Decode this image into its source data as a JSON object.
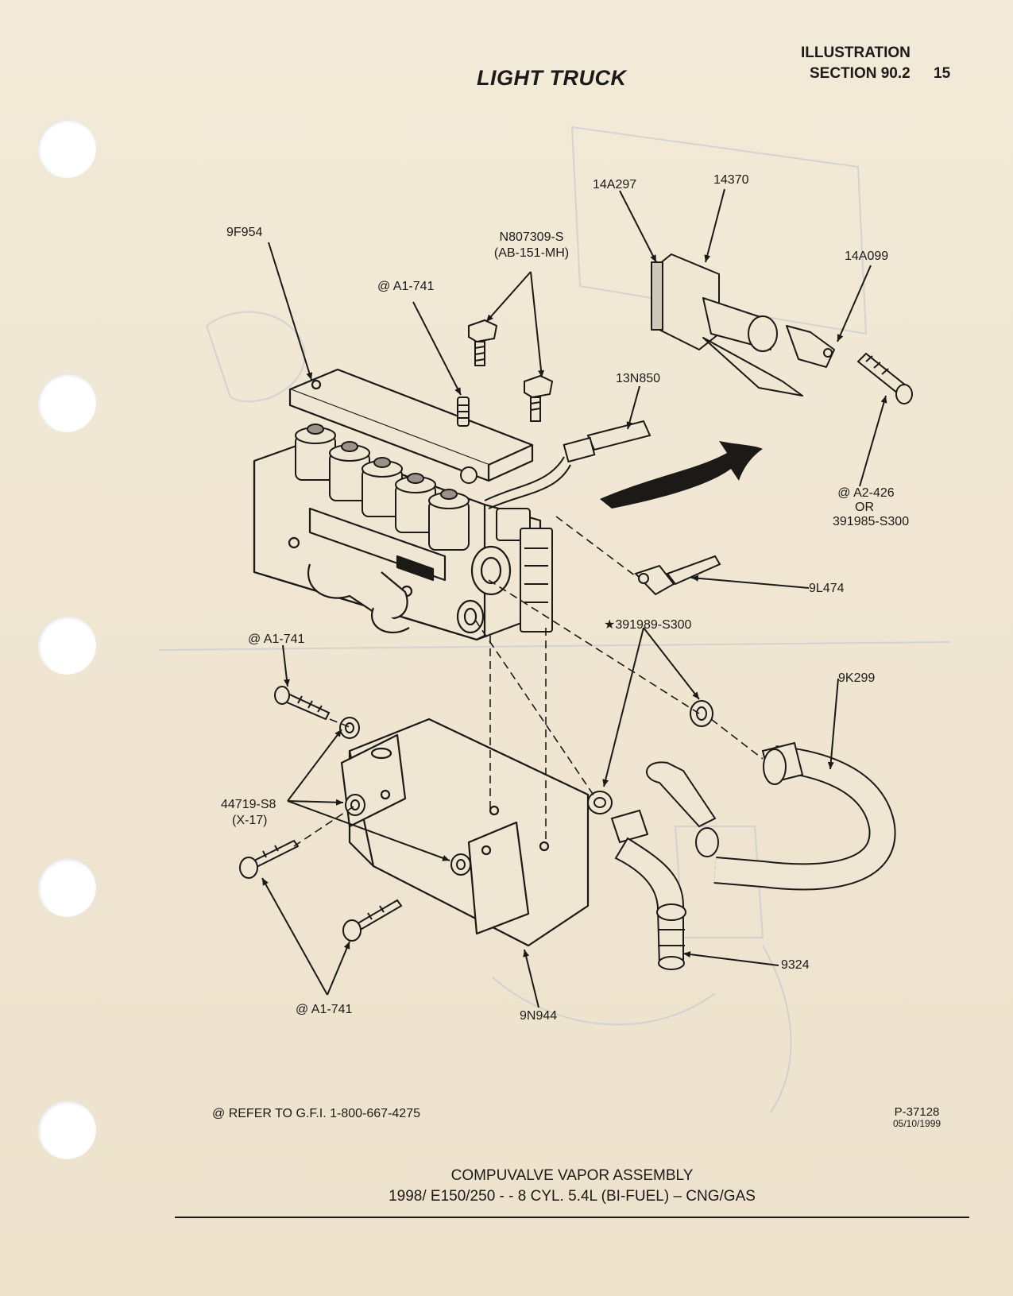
{
  "header": {
    "title": "LIGHT TRUCK",
    "illustration": "ILLUSTRATION",
    "section": "SECTION 90.2",
    "page_number": "15"
  },
  "labels": {
    "l_14a297": "14A297",
    "l_14370": "14370",
    "l_14a099": "14A099",
    "l_9f954": "9F954",
    "l_n807309_a": "N807309-S",
    "l_n807309_b": "(AB-151-MH)",
    "l_a1741_top": "@ A1-741",
    "l_13n850": "13N850",
    "l_a2426": "@ A2-426",
    "l_or": "OR",
    "l_391985": "391985-S300",
    "l_9l474": "9L474",
    "l_391989": "★391989-S300",
    "l_a1741_mid": "@ A1-741",
    "l_9k299": "9K299",
    "l_44719_a": "44719-S8",
    "l_44719_b": "(X-17)",
    "l_9324": "9324",
    "l_a1741_bot": "@ A1-741",
    "l_9n944": "9N944"
  },
  "footer": {
    "note": "@  REFER TO G.F.I.  1-800-667-4275",
    "part_number": "P-37128",
    "date": "05/10/1999",
    "caption_line1": "COMPUVALVE VAPOR ASSEMBLY",
    "caption_line2": "1998/ E150/250 - - 8 CYL. 5.4L (BI-FUEL) – CNG/GAS"
  }
}
